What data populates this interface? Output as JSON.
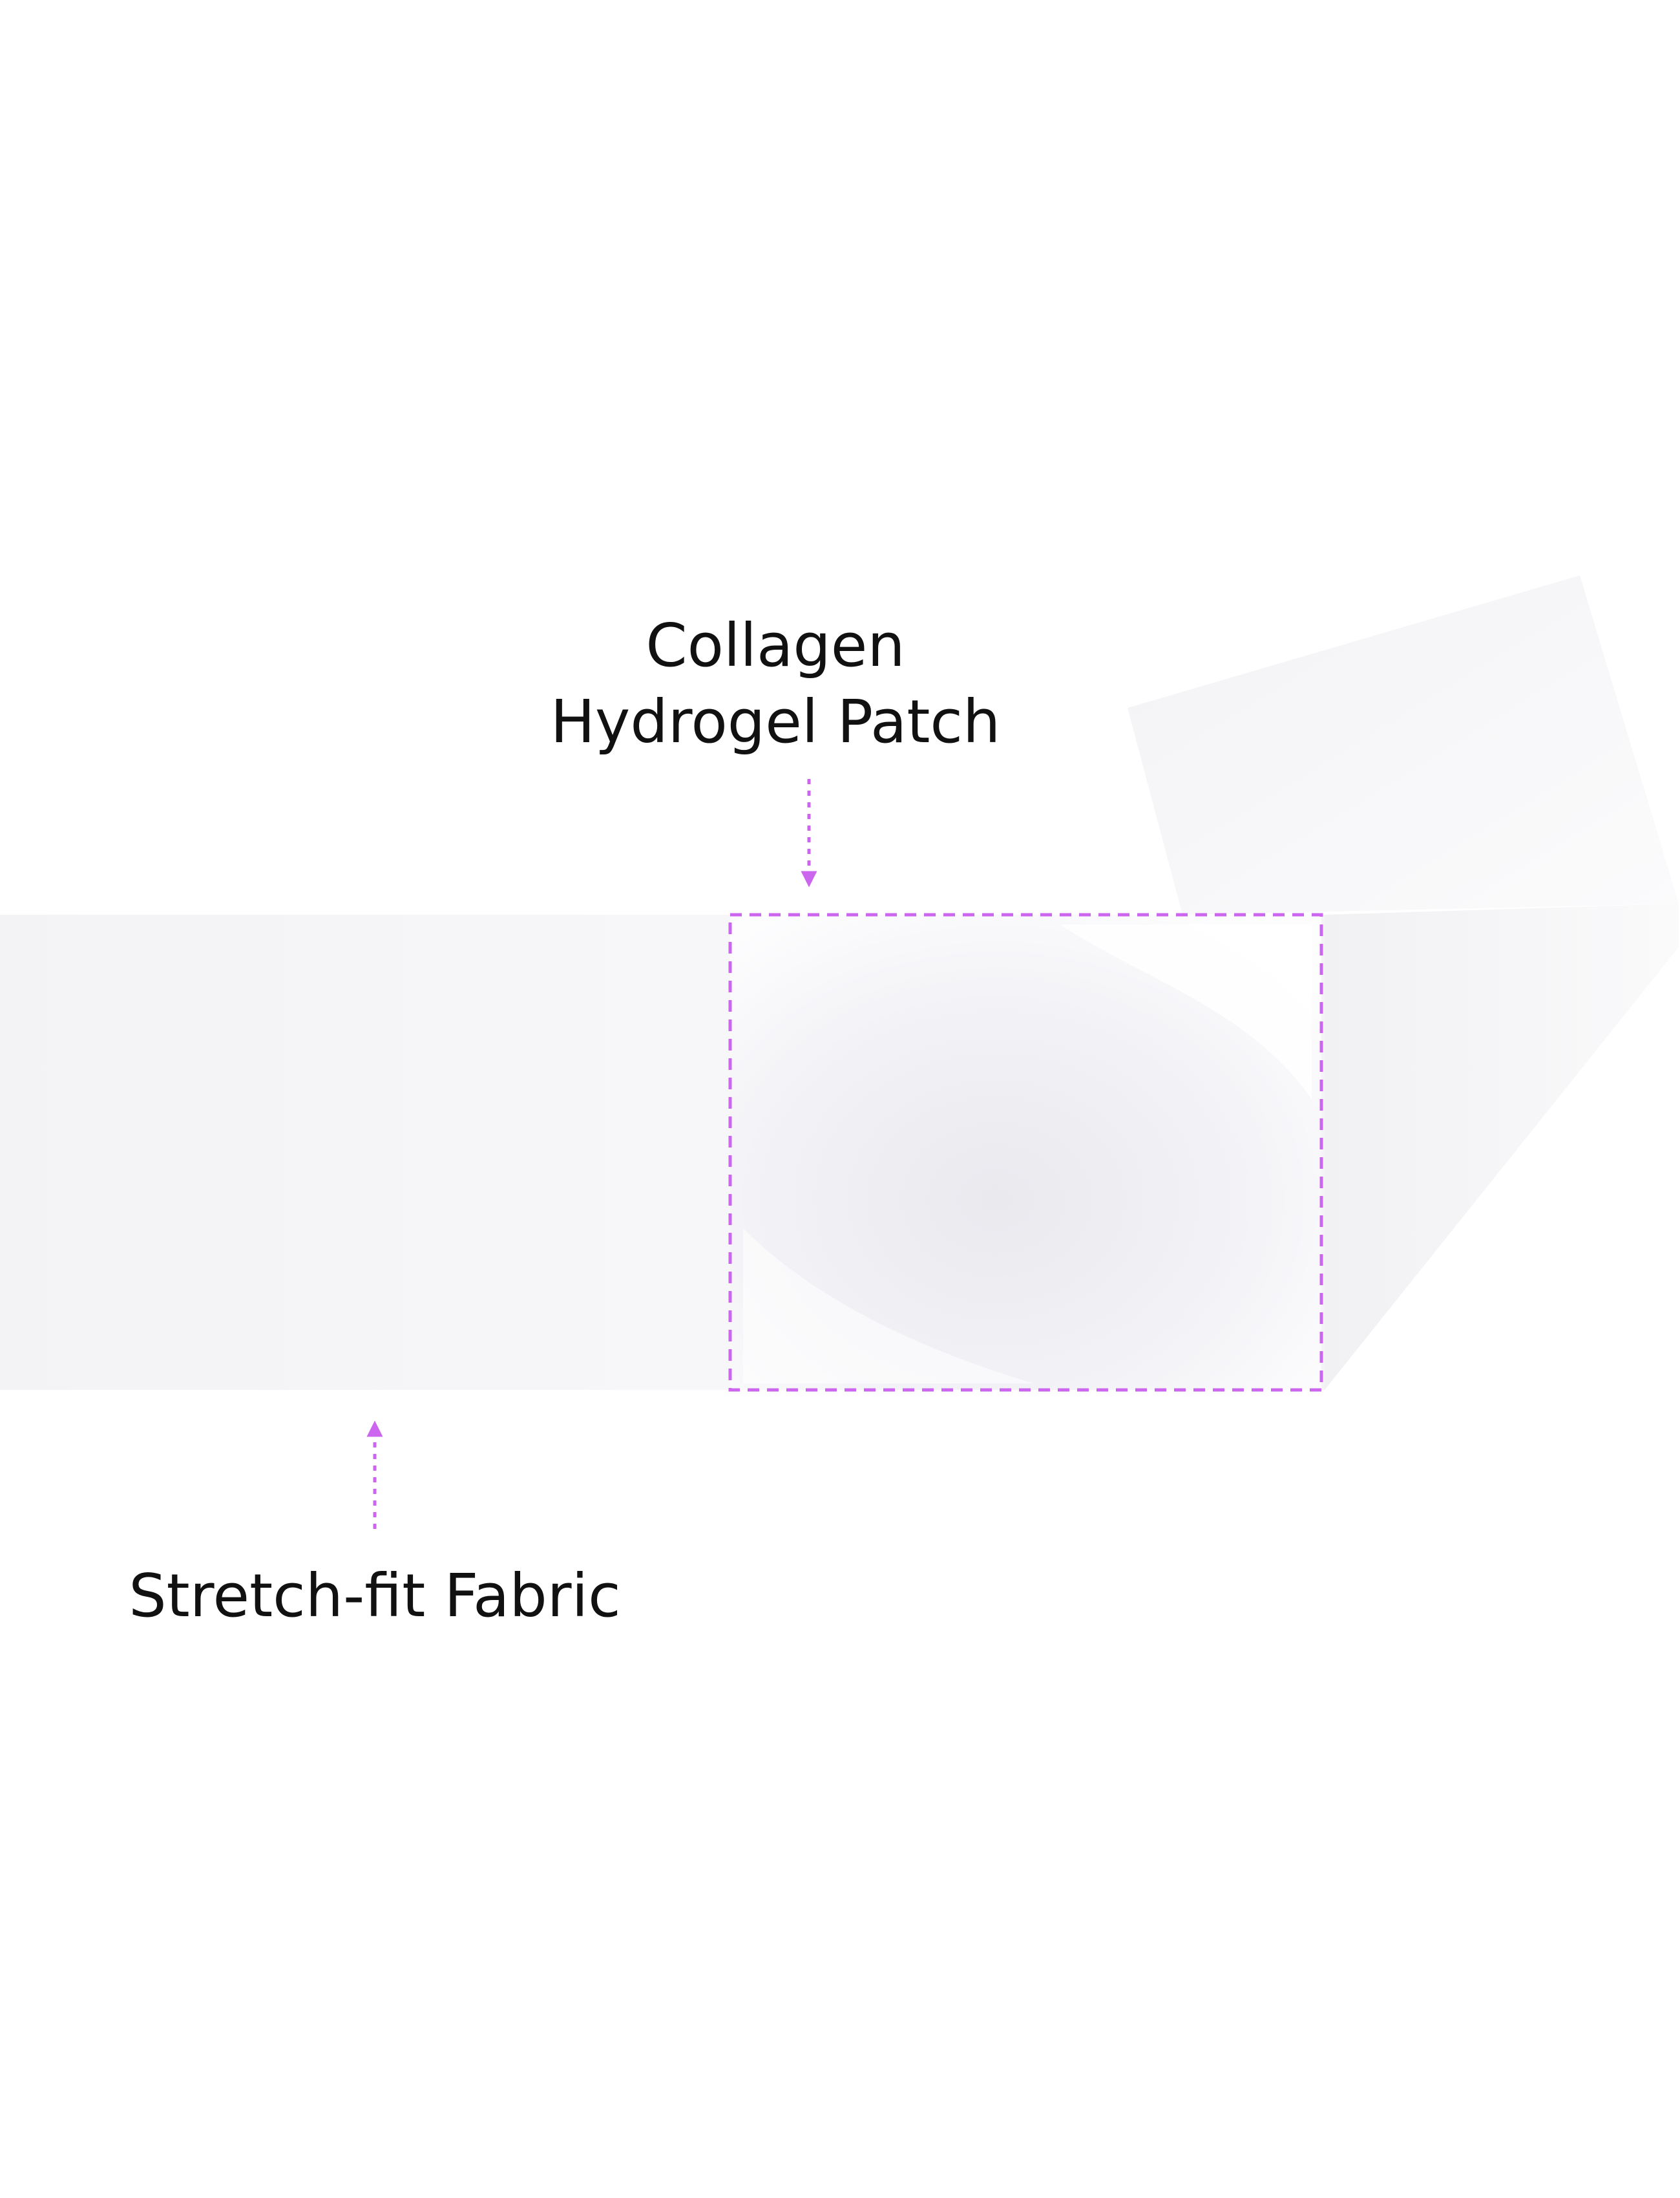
{
  "labels": {
    "patch": {
      "line1": "Collagen",
      "line2": "Hydrogel Patch"
    },
    "fabric": {
      "text": "Stretch-fit Fabric"
    }
  },
  "colors": {
    "background": "#ffffff",
    "accent": "#cc66ee",
    "text": "#111111",
    "fabric": "#f7f7f9",
    "patch": "#f2f2f6"
  }
}
